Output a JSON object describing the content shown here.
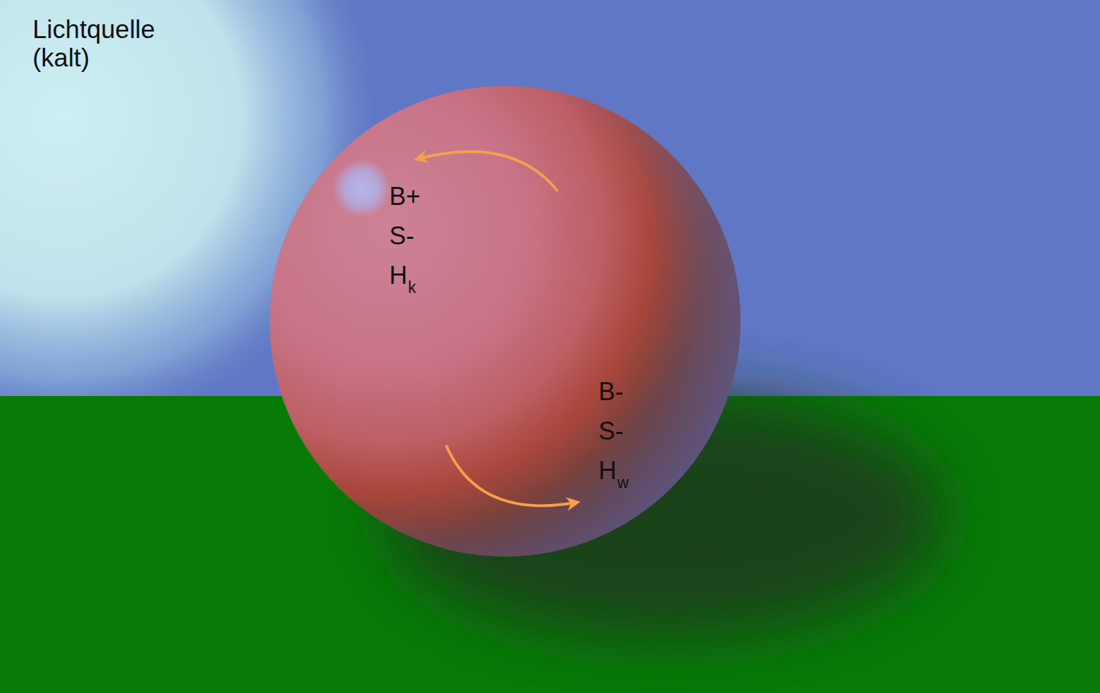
{
  "diagram": {
    "labels": [
      "Lichtquelle (kalt)",
      "B+",
      "S-",
      "H",
      "k",
      "B-",
      "S-",
      "H",
      "w"
    ]
  }
}
